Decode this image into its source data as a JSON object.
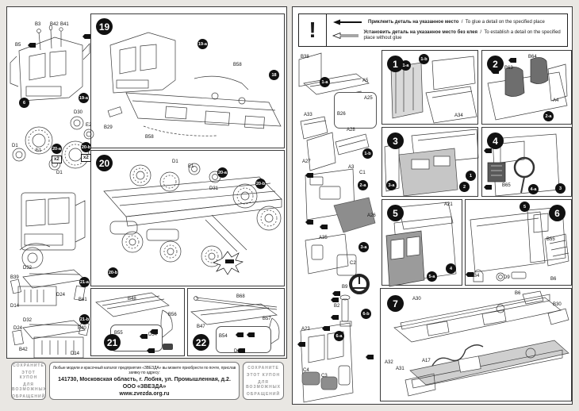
{
  "legend": {
    "exclamation": "!",
    "row1_ru": "Приклеить деталь на указанное место",
    "sep": "/",
    "row1_en": "To glue a detail on the specified place",
    "row2_ru": "Установить деталь на указанное место без клея",
    "row2_en": "To establish a detail on the specified place without glue"
  },
  "coupon": {
    "side_lines": [
      "СОХРАНИТЕ",
      "ЭТОТ КУПОН",
      "ДЛЯ ВОЗМОЖНЫХ",
      "ОБРАЩЕНИЙ"
    ],
    "line1": "Любые модели и красочный каталог предприятия «ЗВЕЗДА» вы можете приобрести по почте, прислав заявку по адресу:",
    "line2": "141730, Московская область, г. Лобня, ул. Промышленная, д.2.",
    "line3": "ООО «ЗВЕЗДА»",
    "line4": "www.zvezda.org.ru"
  },
  "left": {
    "cab": {
      "labels": [
        "B3",
        "B42",
        "B41",
        "B5"
      ],
      "refs": [
        "6",
        "19-a"
      ]
    },
    "wheels": {
      "labels": [
        "D30",
        "E2",
        "D1",
        "E1",
        "D1"
      ],
      "refs": [
        "20-a",
        "20-b"
      ],
      "multiplier": "x2"
    },
    "fender_a": {
      "ref": "21-a",
      "labels": [
        "D32",
        "B39",
        "D24",
        "B41",
        "D14"
      ]
    },
    "fender_b": {
      "ref": "21-b",
      "labels": [
        "D32",
        "D24",
        "B40",
        "B42",
        "D14"
      ]
    },
    "s19": {
      "num": "19",
      "labels": [
        "B58",
        "B29",
        "B58"
      ],
      "refs": [
        "19-a",
        "18"
      ]
    },
    "s20": {
      "num": "20",
      "labels": [
        "D1",
        "E1",
        "D31"
      ],
      "refs": [
        "20-a",
        "20-b"
      ]
    },
    "s21": {
      "num": "21",
      "labels": [
        "B48",
        "B56",
        "B55",
        "D34"
      ]
    },
    "s22": {
      "num": "22",
      "labels": [
        "B68",
        "B57",
        "B47",
        "B54",
        "D34"
      ]
    }
  },
  "right": {
    "col": {
      "sub1a": {
        "ref": "1-a",
        "labels": [
          "B38",
          "A5",
          "A25",
          "B26"
        ]
      },
      "a33": "A33",
      "sub1b": {
        "ref": "1-b",
        "labels": [
          "A28",
          "A27"
        ]
      },
      "sub2a": {
        "ref": "2-a",
        "labels": [
          "A3",
          "C1",
          "A26"
        ]
      },
      "sub3a": {
        "ref": "3-a",
        "labels": [
          "A35",
          "C2"
        ]
      },
      "b9": "B9",
      "sub6b": {
        "ref": "6-b",
        "label": "B2"
      },
      "sub6a": {
        "ref": "6-a",
        "labels": [
          "A23",
          "C4",
          "C3"
        ]
      }
    },
    "s1": {
      "num": "1",
      "labels": [
        "A34"
      ],
      "refs": [
        "1-a",
        "1-b"
      ]
    },
    "s2": {
      "num": "2",
      "labels": [
        "B64",
        "B63",
        "A4"
      ],
      "refs": [
        "2-a"
      ]
    },
    "s3": {
      "num": "3",
      "refs": [
        "3-a",
        "2",
        "1"
      ]
    },
    "s4": {
      "num": "4",
      "labels": [
        "B65"
      ],
      "refs": [
        "4-a",
        "3"
      ]
    },
    "s5": {
      "num": "5",
      "labels": [
        "A21"
      ],
      "refs": [
        "5-a",
        "4"
      ]
    },
    "s6": {
      "num": "6",
      "labels": [
        "B55",
        "B4",
        "D9",
        "B6"
      ],
      "refs": [
        "5"
      ]
    },
    "s7": {
      "num": "7",
      "labels": [
        "A30",
        "B6",
        "B30",
        "A32",
        "A31",
        "A17"
      ]
    }
  }
}
